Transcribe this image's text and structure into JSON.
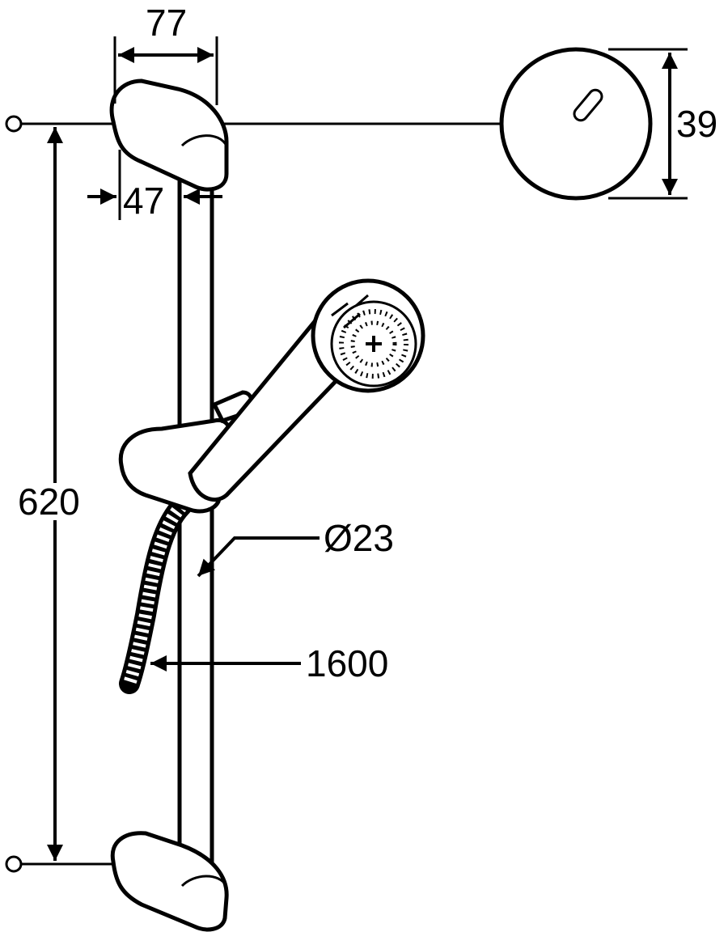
{
  "dimensions": {
    "bracket_width": "77",
    "bracket_offset": "47",
    "rail_length": "620",
    "disc_height": "39",
    "rail_diameter": "Ø23",
    "hose_length": "1600"
  },
  "colors": {
    "line": "#000000",
    "background": "#ffffff"
  }
}
